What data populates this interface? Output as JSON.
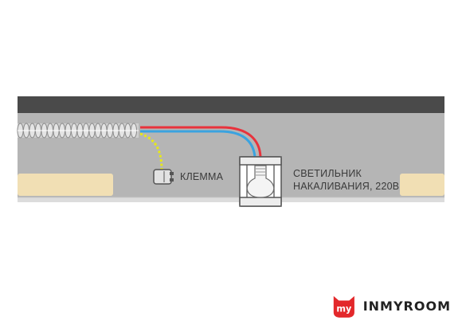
{
  "labels": {
    "clamp": "КЛЕММА",
    "lamp_line1": "СВЕТИЛЬНИК",
    "lamp_line2": "НАКАЛИВАНИЯ, 220В"
  },
  "brand": {
    "logo_text": "my",
    "name": "INMYROOM"
  },
  "colors": {
    "ceiling_dark": "#4a4a4a",
    "ceiling_gray": "#b5b5b5",
    "panel_beige": "#f1dfb4",
    "wire_red": "#e8323c",
    "wire_blue": "#3aa3e0",
    "wire_ground": "#e6e81a",
    "brand_red": "#e3282b"
  }
}
